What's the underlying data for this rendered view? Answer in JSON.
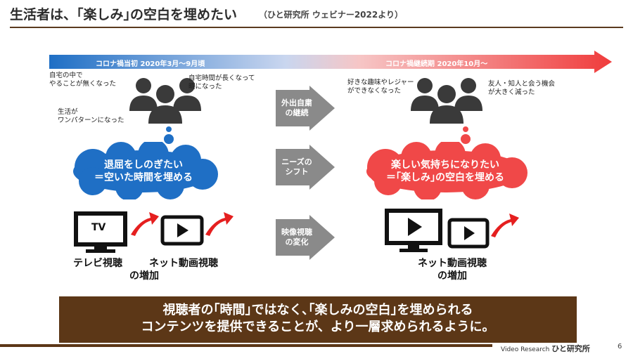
{
  "header": {
    "title": "生活者は、｢楽しみ｣の空白を埋めたい",
    "source": "（ひと研究所 ウェビナー2022より）"
  },
  "timeline": {
    "left_label": "コロナ禍当初 2020年3月～9月頃",
    "right_label": "コロナ禍継続期 2020年10月～"
  },
  "left": {
    "captions": [
      "自宅の中で\nやることが無くなった",
      "自宅時間が長くなって\n暇になった",
      "生活が\nワンパターンになった"
    ],
    "cloud_lines": [
      "退屈をしのぎたい",
      "＝空いた時間を埋める"
    ],
    "tv_label": "TV",
    "media_labels": [
      "テレビ視聴",
      "ネット動画視聴"
    ],
    "media_suffix": "の増加"
  },
  "middle": {
    "arrows": [
      "外出自粛\nの継続",
      "ニーズの\nシフト",
      "映像視聴\nの変化"
    ]
  },
  "right": {
    "captions": [
      "好きな趣味やレジャー\nができなくなった",
      "友人・知人と会う機会\nが大きく減った"
    ],
    "cloud_lines": [
      "楽しい気持ちになりたい",
      "＝｢楽しみ｣の空白を埋める"
    ],
    "media_labels": [
      "ネット動画視聴",
      "の増加"
    ]
  },
  "banner": {
    "lines": [
      "視聴者の｢時間｣ではなく､｢楽しみの空白｣を埋められる",
      "コンテンツを提供できることが、より一層求められるように。"
    ]
  },
  "footer": {
    "brand": "Video Research",
    "lab": "ひと研究所",
    "page": "6"
  },
  "colors": {
    "blue": "#1f6fc5",
    "red": "#f04848",
    "gray": "#8a8a8a",
    "brown": "#5c3717"
  }
}
